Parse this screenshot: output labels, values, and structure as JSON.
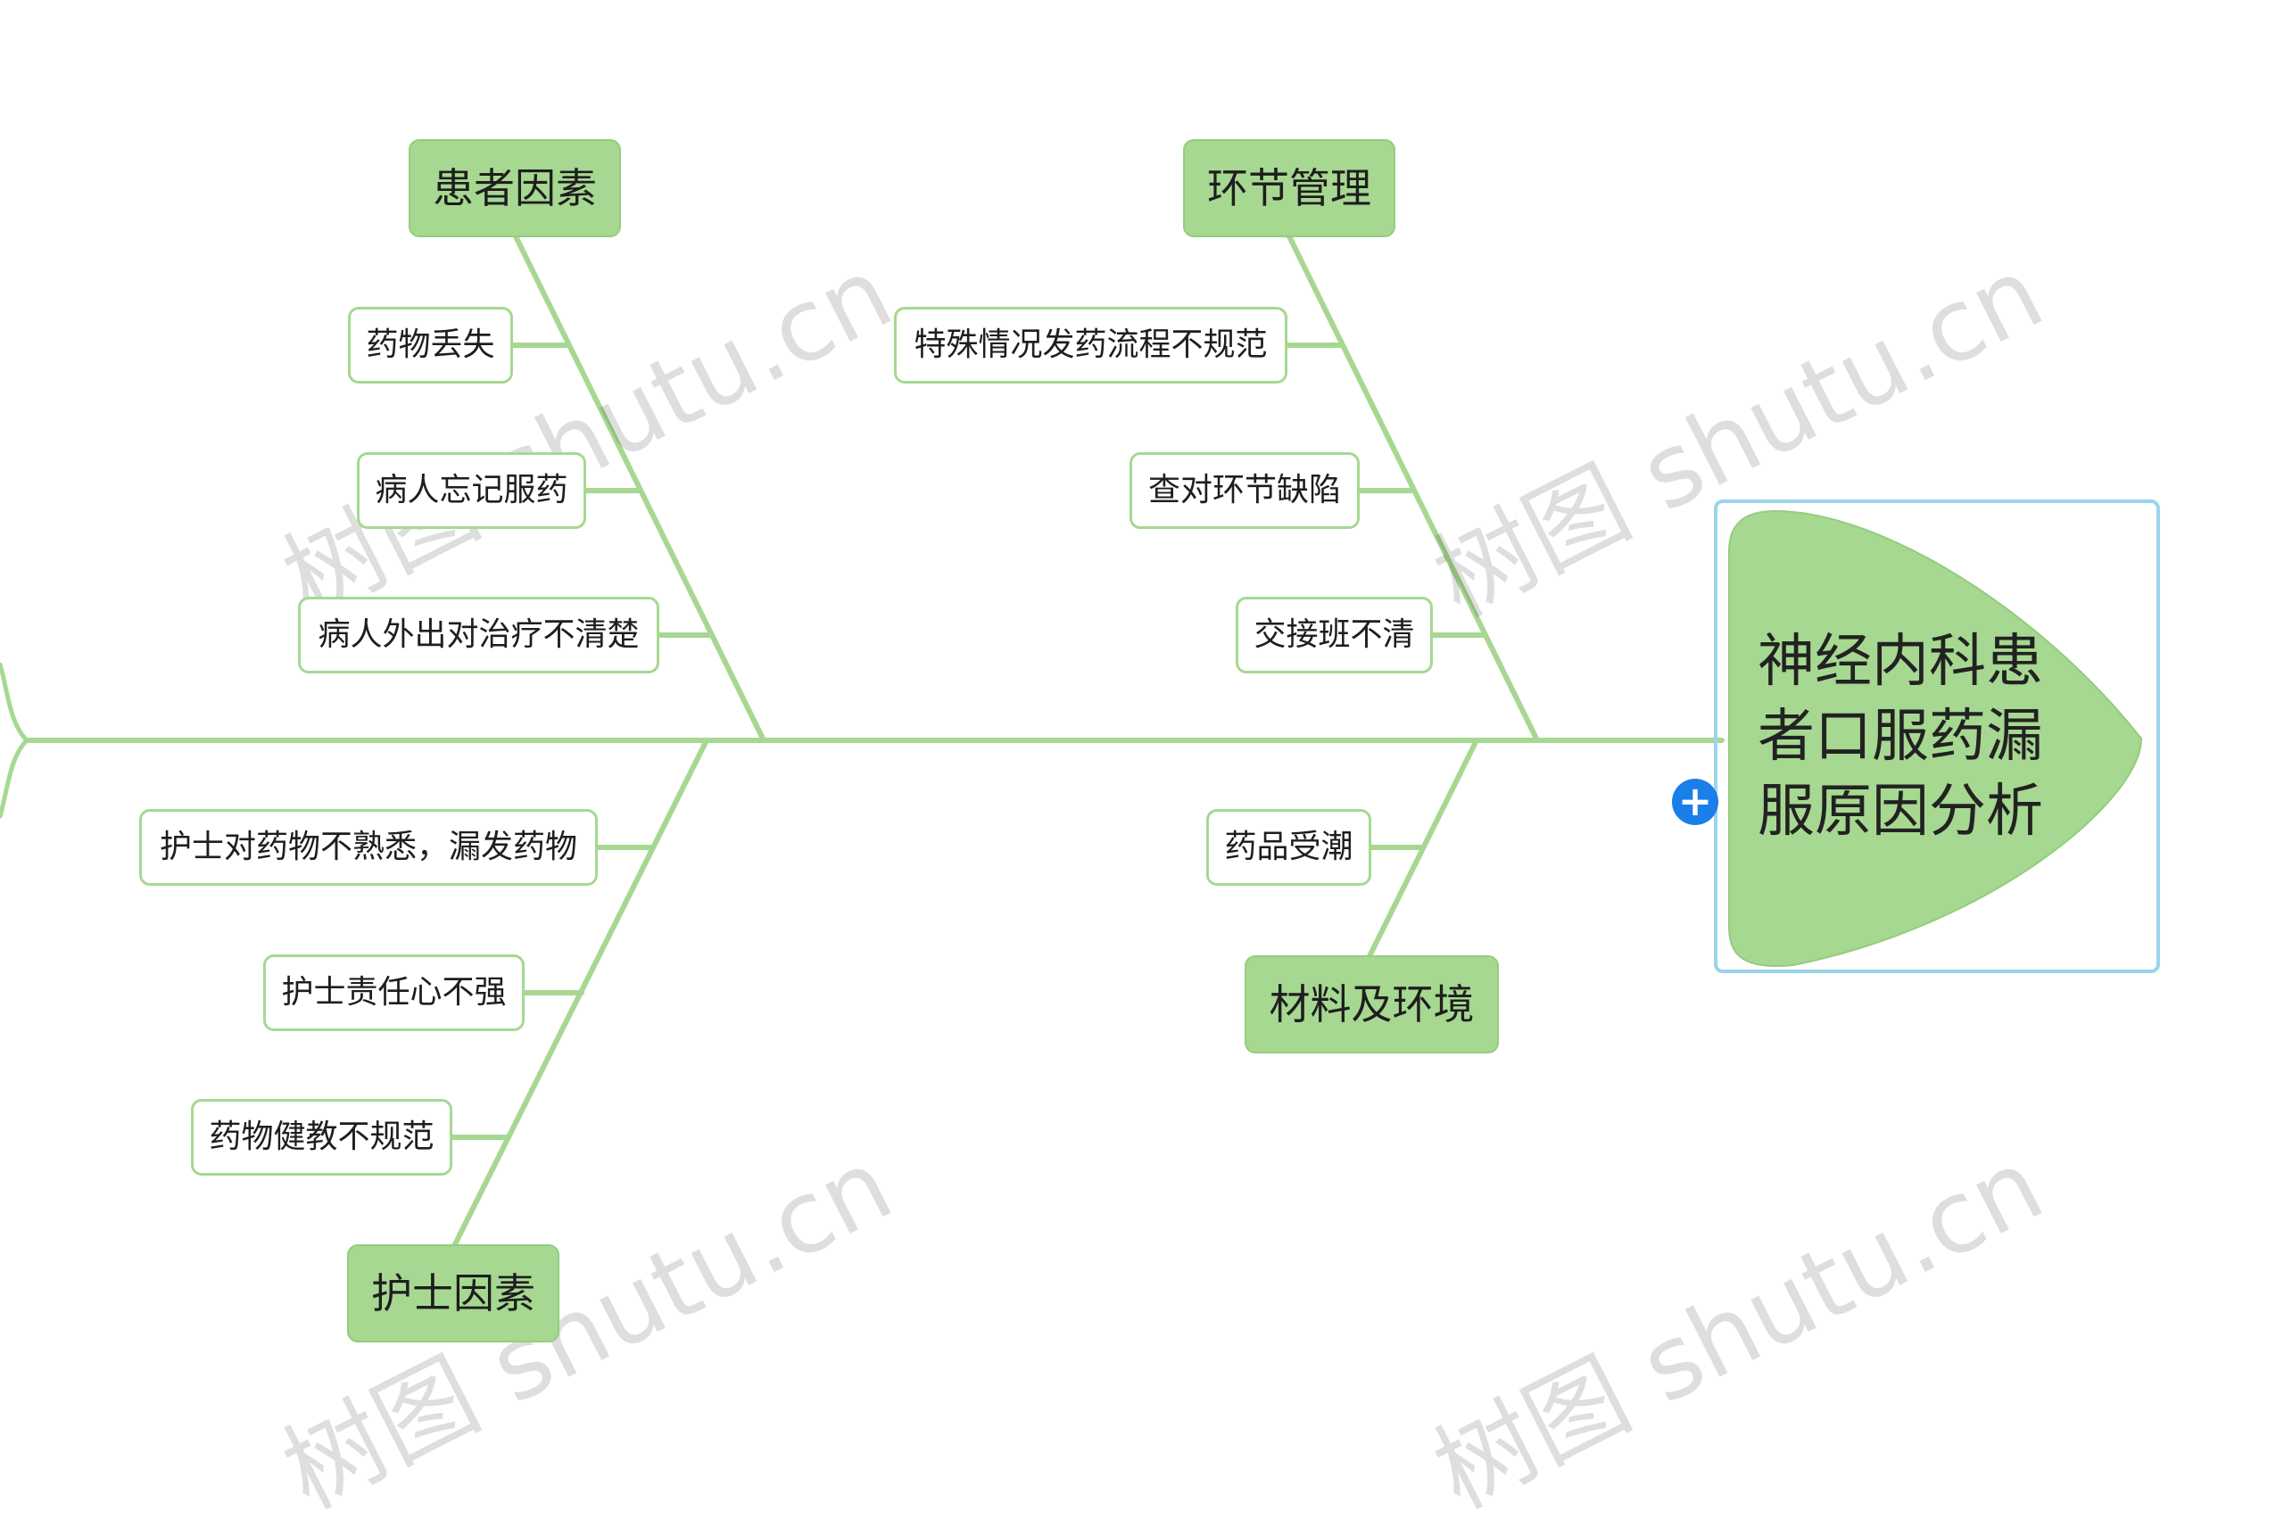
{
  "root": {
    "lines": [
      "神经内科患",
      "者口服药漏",
      "服原因分析"
    ]
  },
  "branches": {
    "patient": {
      "label": "患者因素",
      "items": [
        "药物丢失",
        "病人忘记服药",
        "病人外出对治疗不清楚"
      ]
    },
    "process": {
      "label": "环节管理",
      "items": [
        "特殊情况发药流程不规范",
        "查对环节缺陷",
        "交接班不清"
      ]
    },
    "nurse": {
      "label": "护士因素",
      "items": [
        "护士对药物不熟悉，漏发药物",
        "护士责任心不强",
        "药物健教不规范"
      ]
    },
    "material": {
      "label": "材料及环境",
      "items": [
        "药品受潮"
      ]
    }
  },
  "watermark": "树图 shutu.cn",
  "colors": {
    "line": "#a6d891",
    "node": "#a6d891",
    "frame": "#9ad4ee",
    "button": "#1a7fe8"
  }
}
